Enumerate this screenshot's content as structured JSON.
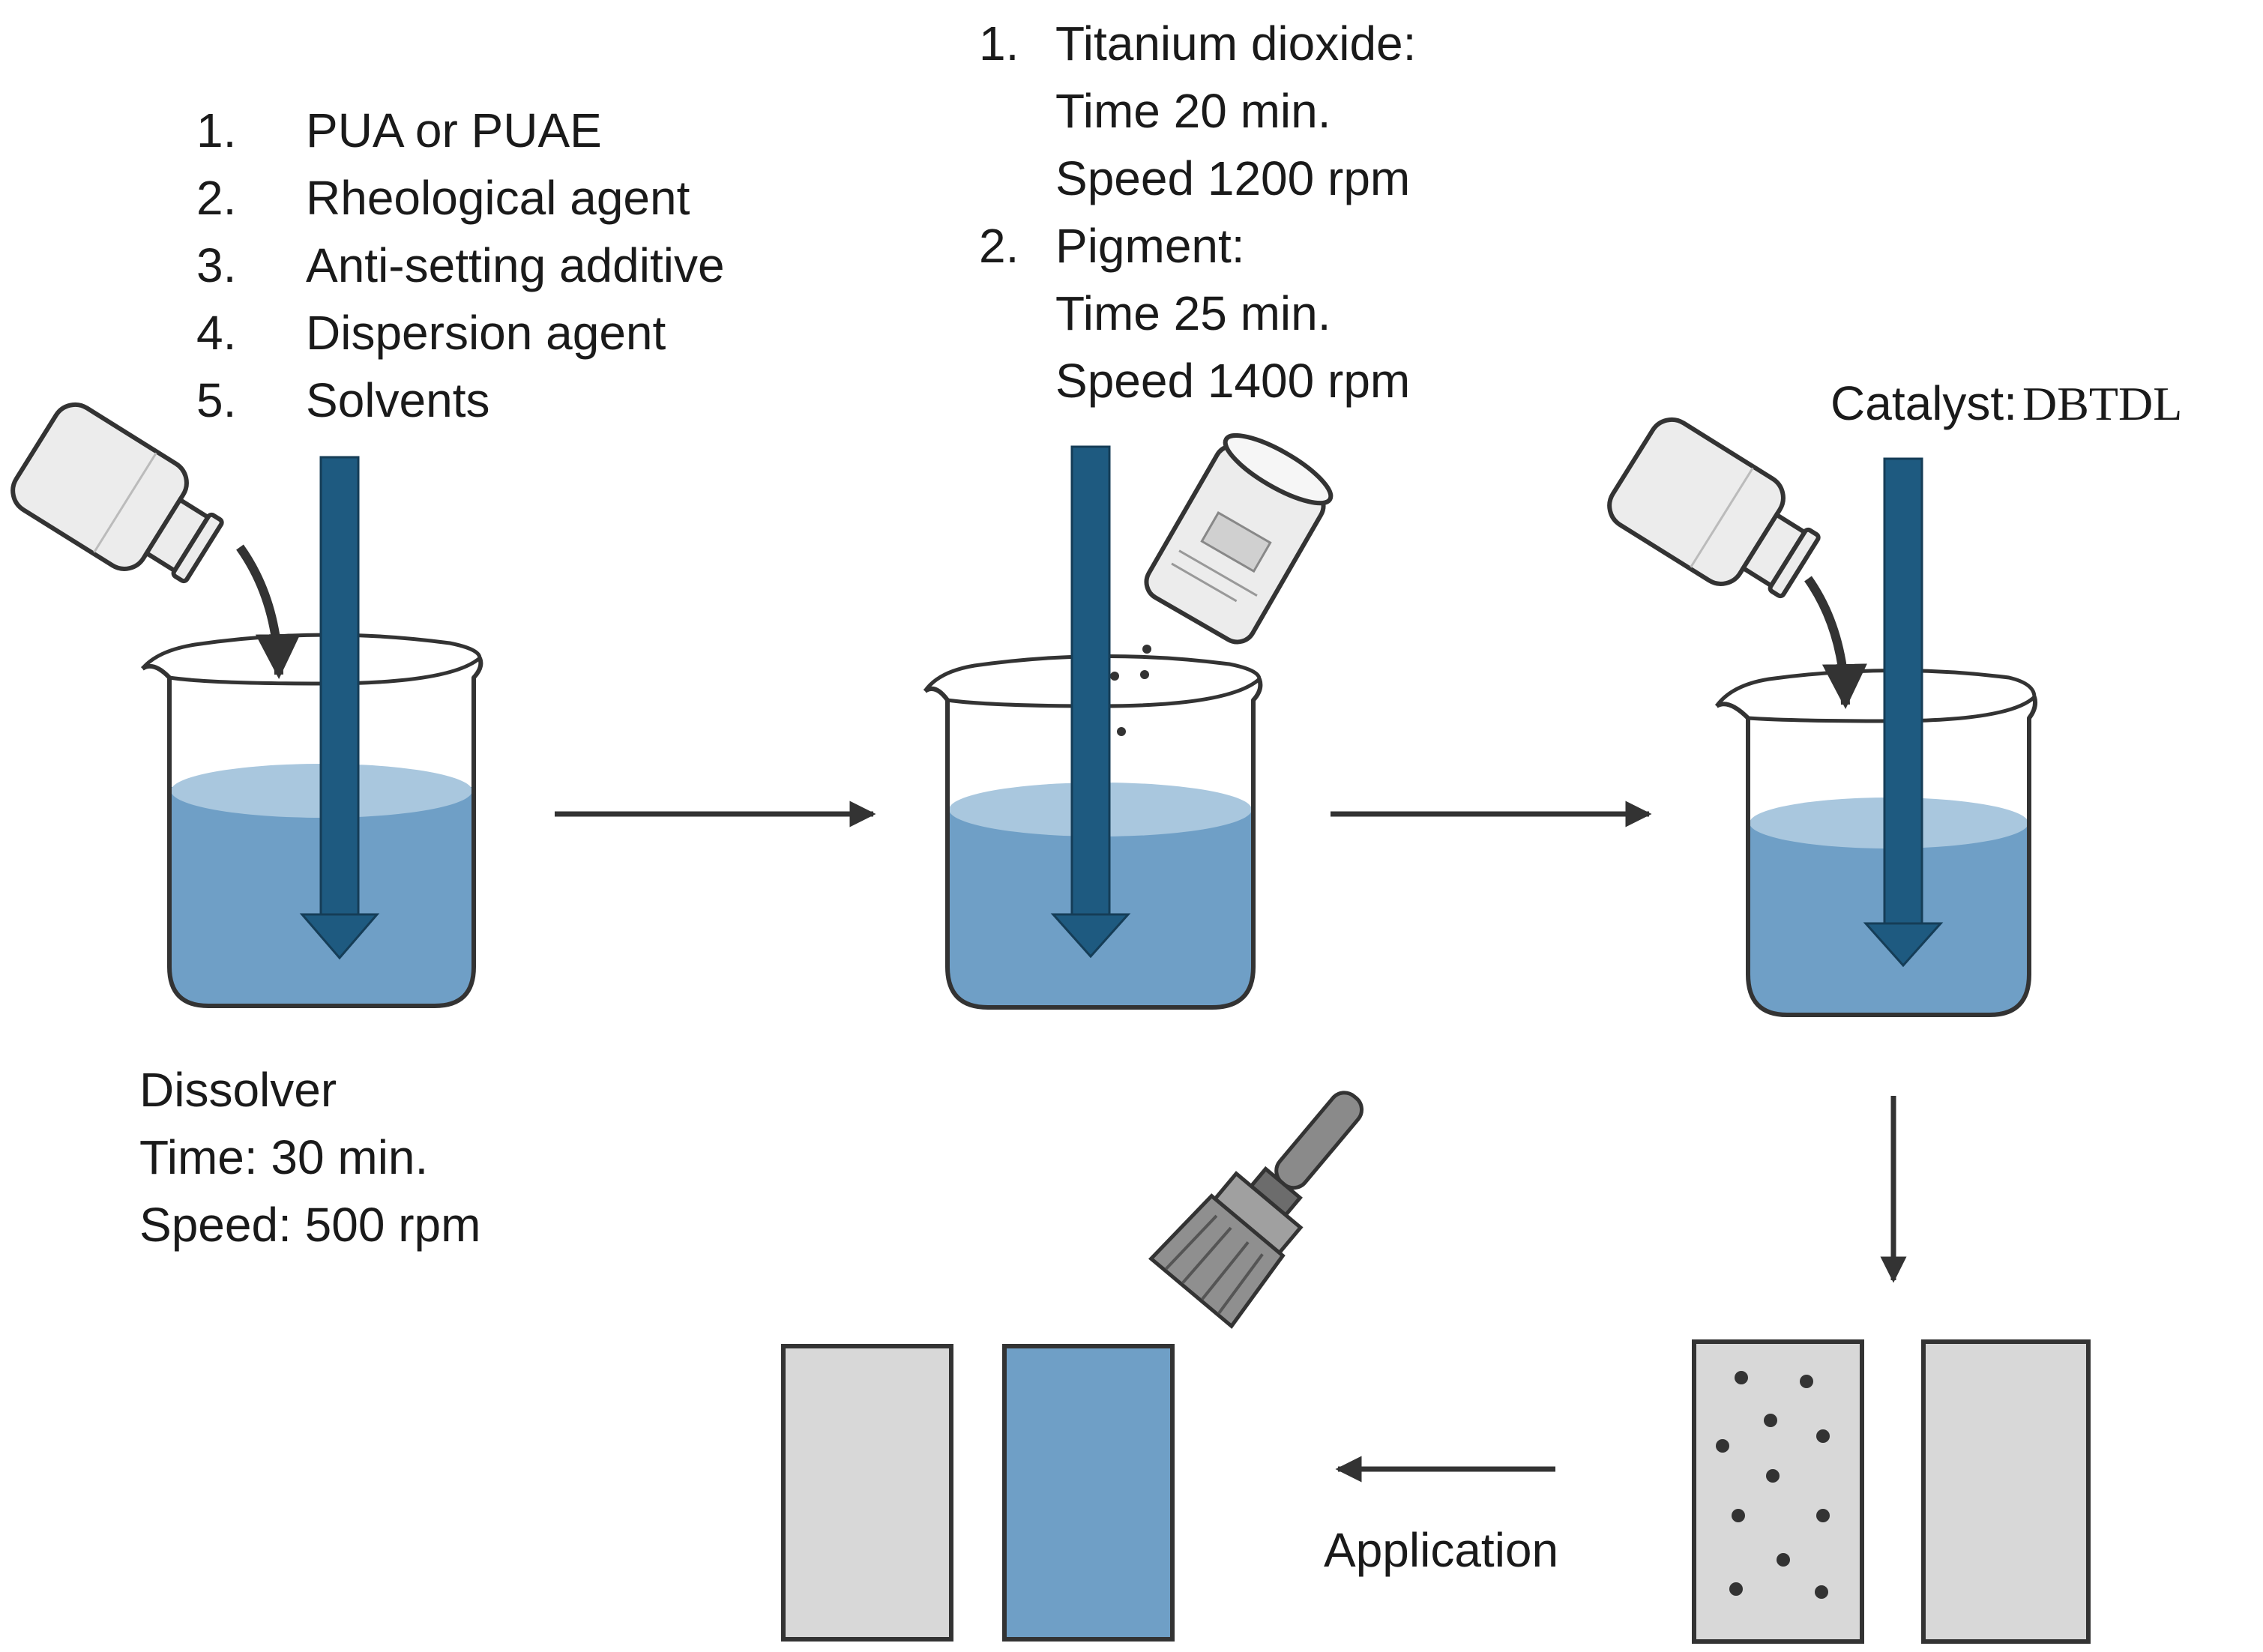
{
  "step1": {
    "list": [
      {
        "num": "1.",
        "text": "PUA or PUAE"
      },
      {
        "num": "2.",
        "text": "Rheological agent"
      },
      {
        "num": "3.",
        "text": "Anti-setting additive"
      },
      {
        "num": "4.",
        "text": "Dispersion agent"
      },
      {
        "num": "5.",
        "text": "Solvents"
      }
    ],
    "caption": [
      "Dissolver",
      "Time: 30 min.",
      "Speed: 500 rpm"
    ]
  },
  "step2": {
    "items": [
      {
        "num": "1.",
        "title": "Titanium dioxide:",
        "time": "Time 20 min.",
        "speed": "Speed 1200 rpm"
      },
      {
        "num": "2.",
        "title": "Pigment:",
        "time": "Time 25 min.",
        "speed": "Speed 1400 rpm"
      }
    ]
  },
  "step3": {
    "catalyst_label": "Catalyst:",
    "catalyst_name": "DBTDL"
  },
  "application_label": "Application",
  "colors": {
    "liquid": "#6f9fc6",
    "liquid_top": "#a9c7de",
    "stir_arrow": "#1e5a80",
    "panel_gray": "#d8d8d8",
    "panel_blue": "#6f9fc6",
    "outline": "#333333",
    "flow_arrow": "#333333"
  },
  "icons": [
    "bottle-icon",
    "powder-container-icon",
    "paintbrush-icon",
    "beaker-icon",
    "stir-arrow-icon"
  ]
}
